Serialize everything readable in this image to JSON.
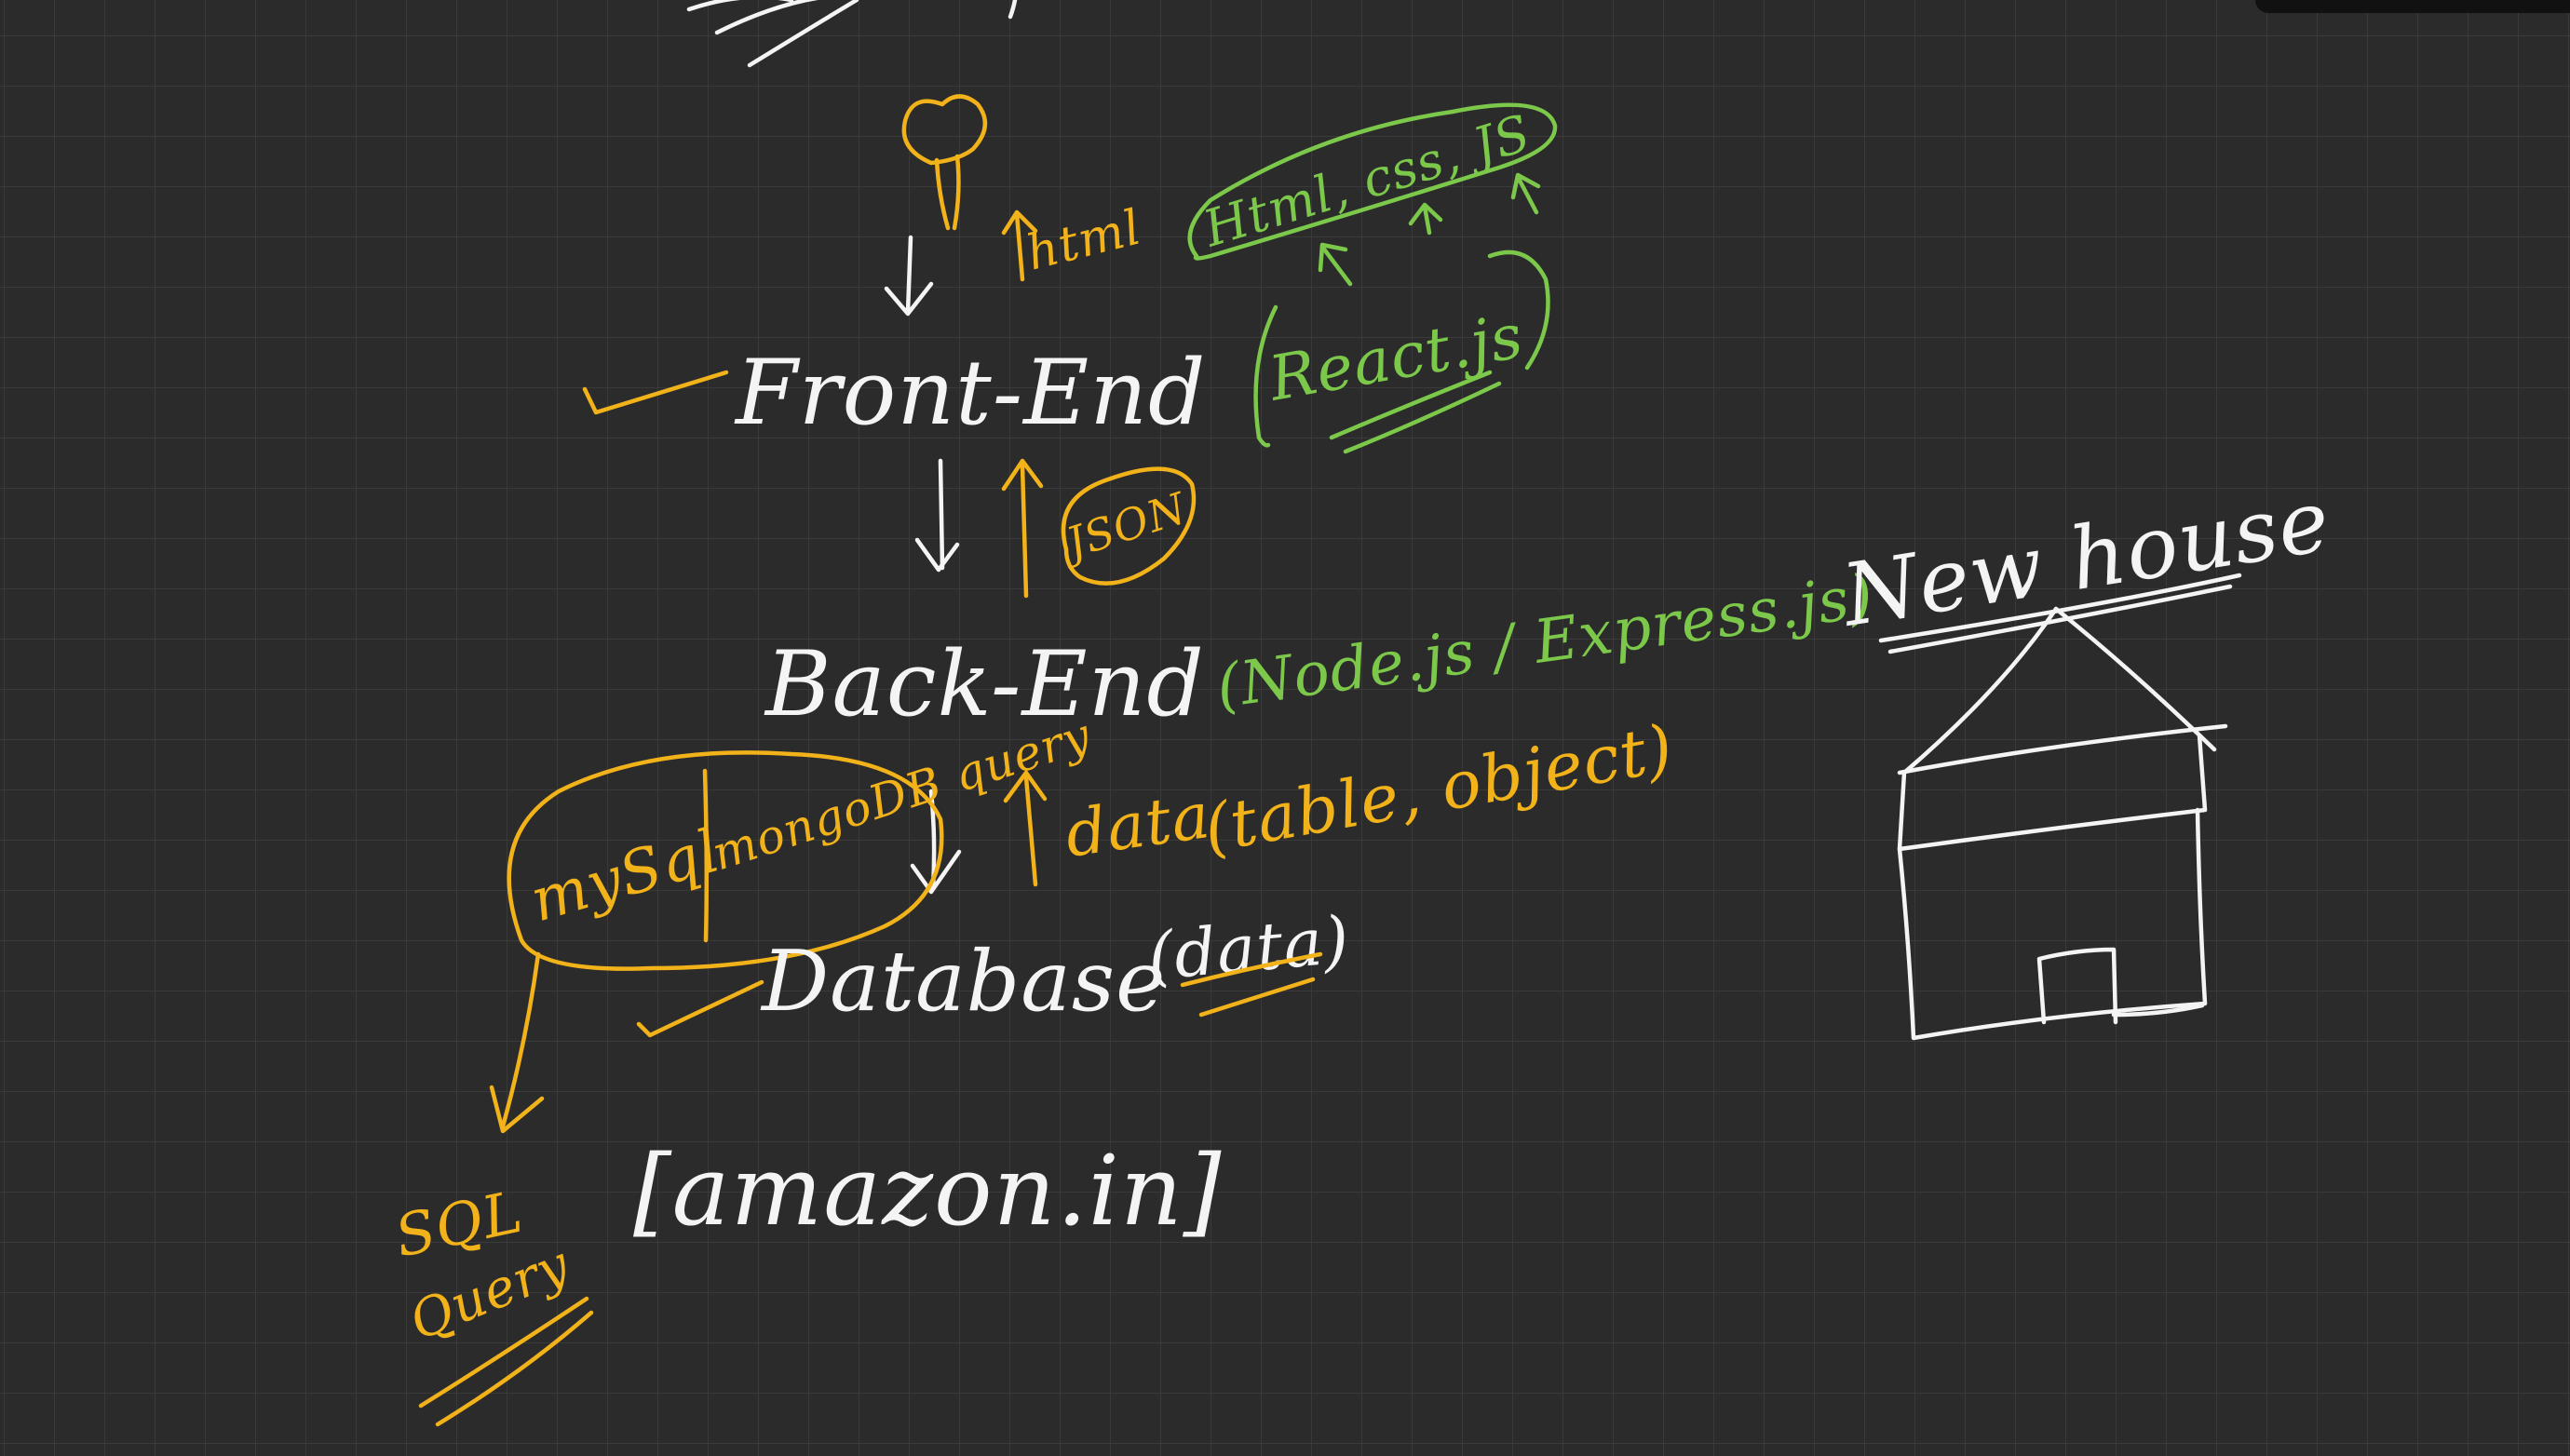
{
  "colors": {
    "background": "#2b2b2c",
    "grid": "#3a3a3b",
    "white_ink": "#f4f4f4",
    "yellow_ink": "#f2b21a",
    "green_ink": "#7cc84a"
  },
  "diagram": {
    "tiers": {
      "front_end": "Front-End",
      "back_end": "Back-End",
      "database": "Database",
      "database_note": "(data)"
    },
    "front_end_stack": {
      "framework": "React.js",
      "languages": "Html, css, JS"
    },
    "back_end_stack": "(Node.js / Express.js)",
    "arrow_labels": {
      "html": "html",
      "json": "JSON",
      "data": "data",
      "data_types": "(table, object)"
    },
    "db_options": {
      "sql": "mySql",
      "nosql": "mongoDB query"
    },
    "sql_query": {
      "line1": "SQL",
      "line2": "Query"
    },
    "example": "[amazon.in]",
    "house_label": "New house"
  }
}
